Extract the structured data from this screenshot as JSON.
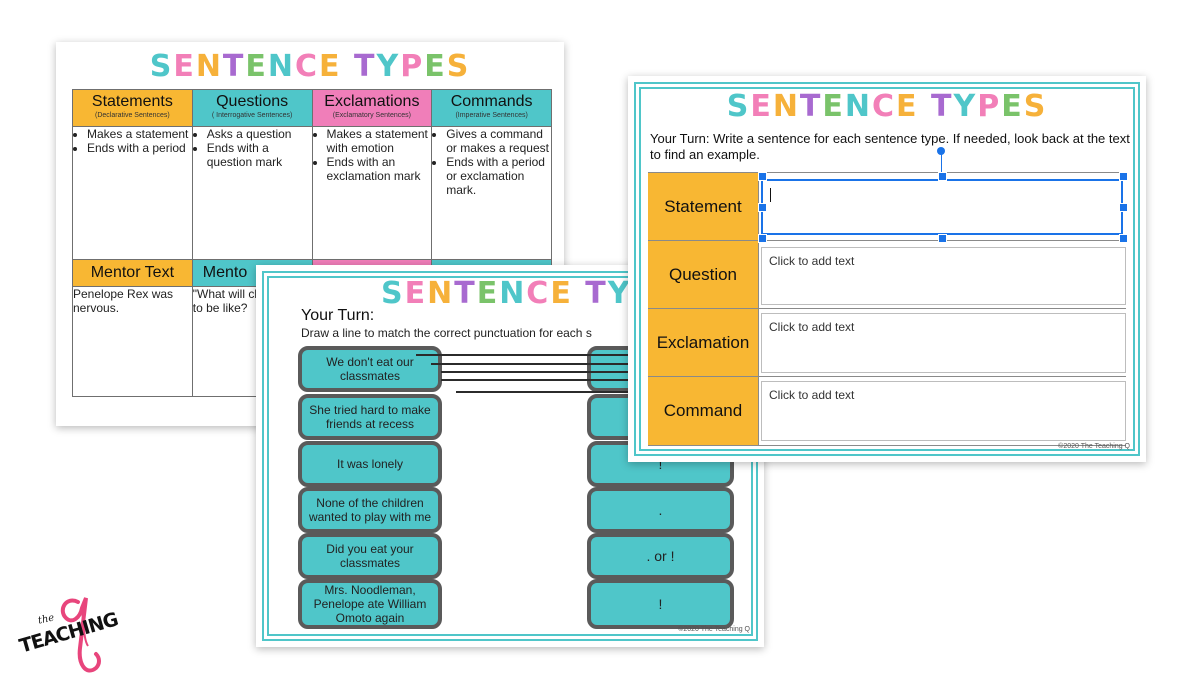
{
  "slide1": {
    "title": "SENTENCE TYPES",
    "headers": [
      {
        "main": "Statements",
        "sub": "(Declarative Sentences)",
        "color": "#f8b733"
      },
      {
        "main": "Questions",
        "sub": "( Interrogative Sentences)",
        "color": "#4fc6c9"
      },
      {
        "main": "Exclamations",
        "sub": "(Exclamatory Sentences)",
        "color": "#f07eb9"
      },
      {
        "main": "Commands",
        "sub": "(Imperative Sentences)",
        "color": "#4fc6c9"
      }
    ],
    "bullets": [
      [
        "Makes a statement",
        "Ends with a period"
      ],
      [
        "Asks a question",
        "Ends with a question mark"
      ],
      [
        "Makes a statement with emotion",
        "Ends with an exclamation mark"
      ],
      [
        "Gives a command or makes a request",
        "Ends with a period or exclamation mark."
      ]
    ],
    "mentor_headers": [
      "Mentor Text",
      "Mento"
    ],
    "mentor_texts": [
      "Penelope Rex was nervous.",
      "\"What will classmate to be like?"
    ]
  },
  "slide2": {
    "title": "SENTENCE TYPES",
    "your_turn": "Your Turn:",
    "instruction": "Draw a line to match the correct punctuation for each s",
    "sentences": [
      "We don't eat our classmates",
      "She tried hard to make friends at recess",
      "It was lonely",
      "None of the children wanted to play with me",
      "Did you eat your classmates",
      "Mrs. Noodleman, Penelope ate William Omoto again"
    ],
    "punctuation": [
      "",
      "",
      "!",
      ".",
      ". or !",
      "!"
    ],
    "copyright": "©2020 The Teaching Q"
  },
  "slide3": {
    "title": "SENTENCE TYPES",
    "instruction": "Your Turn: Write a sentence for each sentence type. If needed, look back at the text to find an example.",
    "rows": [
      {
        "label": "Statement",
        "placeholder": ""
      },
      {
        "label": "Question",
        "placeholder": "Click to add text"
      },
      {
        "label": "Exclamation",
        "placeholder": "Click to add text"
      },
      {
        "label": "Command",
        "placeholder": "Click to add text"
      }
    ],
    "copyright": "©2020 The Teaching Q"
  },
  "logo": {
    "line1": "the",
    "line2": "TEACHING",
    "letter": "q"
  },
  "colors": {
    "teal": "#4fc6c9",
    "pink": "#f07eb9",
    "orange": "#f8b733",
    "purple": "#a86ad0",
    "green": "#7ac36a",
    "selection": "#1a73e8"
  }
}
